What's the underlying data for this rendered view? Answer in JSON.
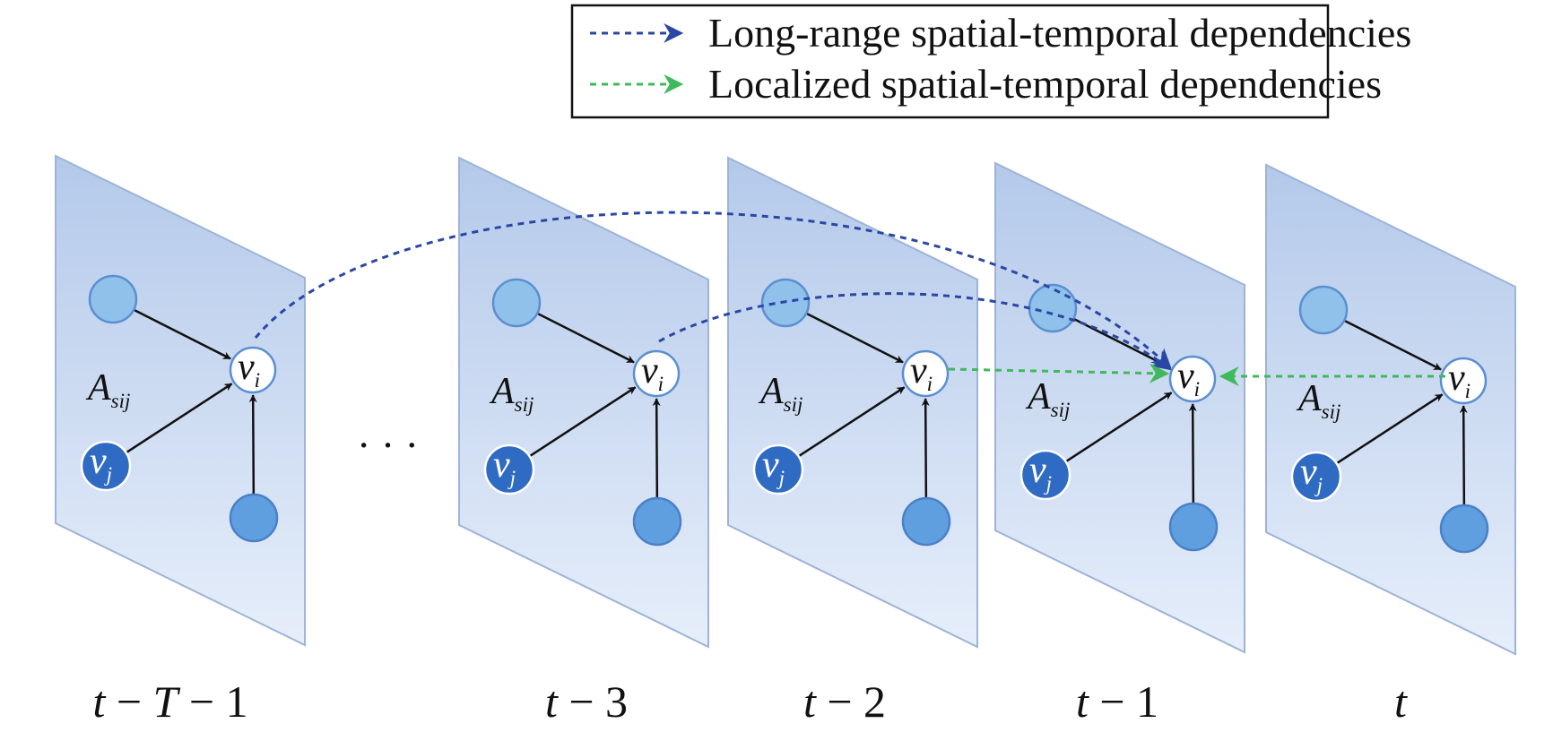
{
  "legend": {
    "long_range": "Long-range spatial-temporal dependencies",
    "localized": "Localized spatial-temporal dependencies"
  },
  "symbols": {
    "center_var": "v",
    "center_sub": "i",
    "neighbor_var": "v",
    "neighbor_sub": "j",
    "adj_var": "A",
    "adj_sub": "sij",
    "ellipsis": "· · ·"
  },
  "frames": [
    {
      "parts": [
        {
          "t": "t",
          "i": true
        },
        {
          "t": " − ",
          "i": false
        },
        {
          "t": "T",
          "i": true
        },
        {
          "t": " − 1",
          "i": false
        }
      ]
    },
    {
      "parts": [
        {
          "t": "t",
          "i": true
        },
        {
          "t": " − 3",
          "i": false
        }
      ]
    },
    {
      "parts": [
        {
          "t": "t",
          "i": true
        },
        {
          "t": " − 2",
          "i": false
        }
      ]
    },
    {
      "parts": [
        {
          "t": "t",
          "i": true
        },
        {
          "t": " − 1",
          "i": false
        }
      ]
    },
    {
      "parts": [
        {
          "t": "t",
          "i": true
        }
      ]
    }
  ],
  "colors": {
    "plane_top": "#b4c9ea",
    "plane_bottom": "#e6eefa",
    "long_range": "#2a47a6",
    "localized": "#3fba5a"
  }
}
